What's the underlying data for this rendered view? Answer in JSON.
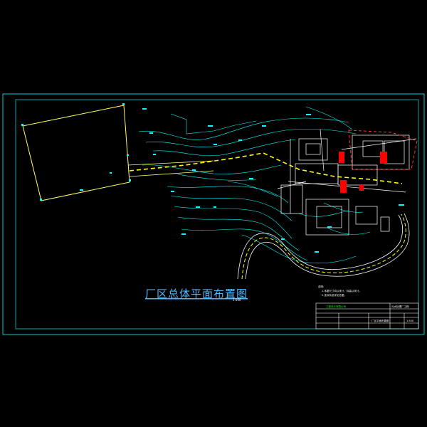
{
  "drawing": {
    "title": "厂区总体平面布置图",
    "scale": "1:500",
    "colors": {
      "background": "#000000",
      "frame": "#00cccc",
      "contour": "#00ffff",
      "road": "#ffff00",
      "building": "#ffffff",
      "boundary": "#ffff66",
      "highlight": "#ff0000",
      "boundary_dash": "#ff3333",
      "titleblock": "#00ff00"
    }
  },
  "notes": {
    "heading": "说明:",
    "line1": "1.本图尺寸均以米计，标高以米计。",
    "line2": "2.坐标系统详见总图。"
  },
  "titleblock": {
    "company": "工程设计有限公司",
    "project": "污水处理厂工程",
    "drawing_name": "厂区平面布置图",
    "scale": "1:500"
  }
}
